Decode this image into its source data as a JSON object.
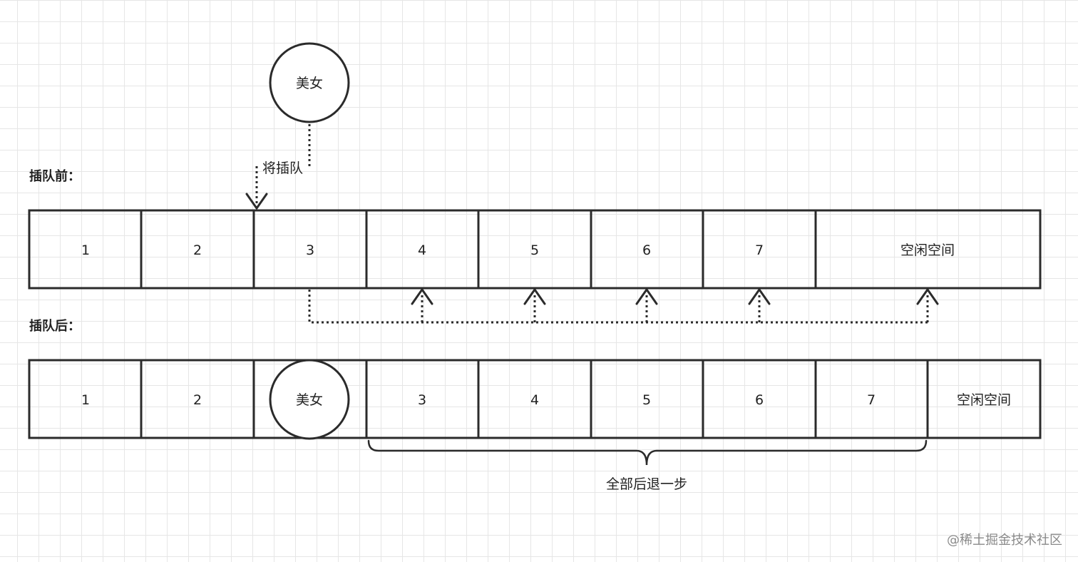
{
  "labels": {
    "before": "插队前：",
    "after": "插队后：",
    "will_cut_in": "将插队",
    "all_back_one_step": "全部后退一步"
  },
  "person": "美女",
  "queue_before": [
    "1",
    "2",
    "3",
    "4",
    "5",
    "6",
    "7",
    "空闲空间"
  ],
  "queue_after": [
    "1",
    "2",
    "美女",
    "3",
    "4",
    "5",
    "6",
    "7",
    "空闲空间"
  ],
  "watermark": "@稀土掘金技术社区"
}
